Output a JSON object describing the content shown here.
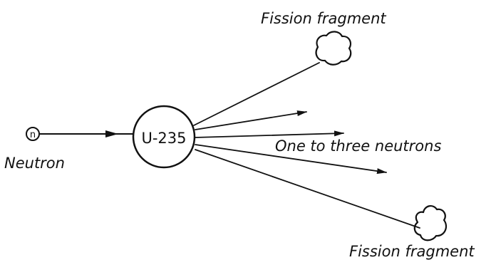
{
  "diagram": {
    "neutron": {
      "symbol": "n",
      "label": "Neutron"
    },
    "nucleus": {
      "label": "U-235"
    },
    "fragment_top": {
      "label": "Fission fragment"
    },
    "fragment_bottom": {
      "label": "Fission fragment"
    },
    "neutrons_label": "One to three neutrons"
  }
}
